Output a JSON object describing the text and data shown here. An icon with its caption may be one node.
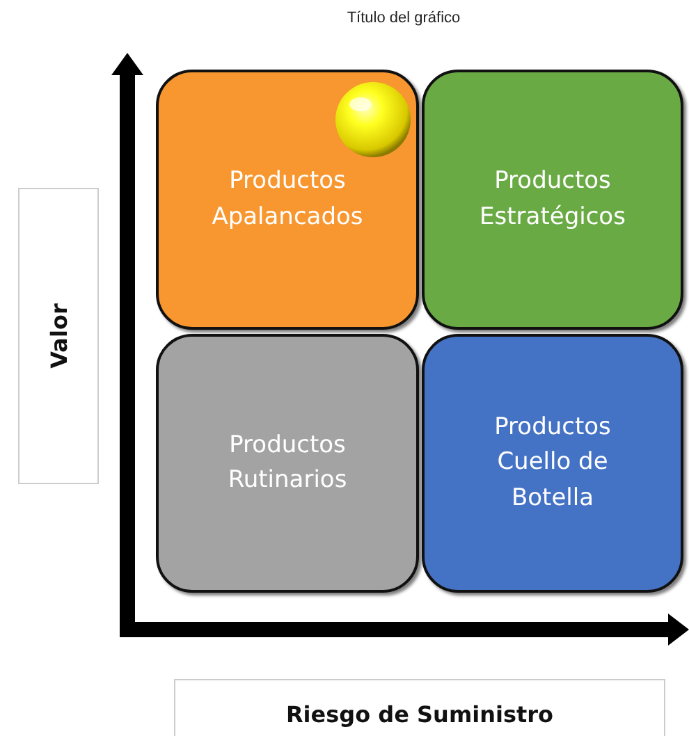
{
  "diagram": {
    "title": "Título del gráfico",
    "nodes": [
      {
        "text": [
          "Productos Apalancados"
        ]
      },
      {
        "text": [
          "Productos Estratégicos"
        ]
      },
      {
        "text": [
          "Productos Rutinarios"
        ]
      },
      {
        "text": [
          "Productos Cuello de Botella"
        ]
      },
      {
        "text": [
          "Valor"
        ]
      },
      {
        "text": [
          "Riesgo de Suministro"
        ]
      }
    ],
    "edges": []
  }
}
